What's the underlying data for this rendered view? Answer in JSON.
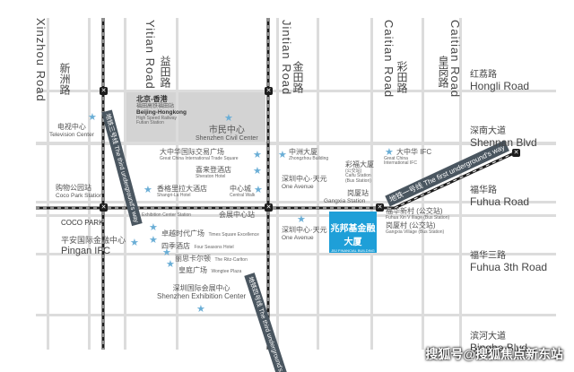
{
  "colors": {
    "road": "#dcdcdc",
    "highlight_block": "#d3d3d3",
    "building": "#1e9fd8",
    "star": "#6aaed6",
    "metro": "#1c1c1c"
  },
  "roads": {
    "xinzhou": {
      "cn": "新洲路",
      "en": "Xinzhou Road"
    },
    "yitian": {
      "cn": "益田路",
      "en": "Yitian Road"
    },
    "jintian": {
      "cn": "金田路",
      "en": "Jintian Road"
    },
    "caitian": {
      "cn": "彩田路",
      "en": "Caitian Road"
    },
    "huanggang": {
      "cn": "皇岗路",
      "en": "Caitian Road"
    },
    "hongli": {
      "cn": "红荔路",
      "en": "Hongli Road"
    },
    "shennan": {
      "cn": "深南大道",
      "en": "Shennan  Blvd"
    },
    "fuhua": {
      "cn": "福华路",
      "en": "Fuhua Road"
    },
    "fuhua3": {
      "cn": "福华三路",
      "en": "Fuhua 3th Road"
    },
    "binghe": {
      "cn": "滨河大道",
      "en": "Binghe  Blvd"
    }
  },
  "places": {
    "tv_cn": "电视中心",
    "tv_en": "Television Center",
    "bj_cn": "北京-香港",
    "bj_cn2": "福田高铁福田站",
    "bj_en": "Beijing-Hongkong",
    "bj_en2": "High Speed Railway",
    "bj_en3": "Futian Station",
    "civic_cn": "市民中心",
    "civic_en": "Shenzhen Civil Center",
    "cicc_cn": "大中华国际交易广场",
    "cicc_en": "Great China International Trade Square",
    "sheraton_cn": "喜来登酒店",
    "sheraton_en": "Sheraton Hotel",
    "shangri_cn": "香格里拉大酒店",
    "shangri_en": "Shangri-La Hotel",
    "central_cn": "中心城",
    "central_en": "Central Walk",
    "cocopark_cn": "购物公园站",
    "cocopark_en": "Coco Park Station",
    "coco": "COCO PARK",
    "exh_station": "Exhibition Center Station",
    "exh_station_cn": "会展中心站",
    "zhuoyue_cn": "卓越时代广场",
    "zhuoyue_en": "Times Square Excellence",
    "fourseasons_cn": "四季酒店",
    "fourseasons_en": "Four Seasons Hotel",
    "ritz_cn": "丽思卡尔顿",
    "ritz_en": "The Ritz-Carlton",
    "huangting_cn": "皇庭广场",
    "huangting_en": "Wongtee Plaza",
    "pingan_cn": "平安国际金融中心",
    "pingan_en": "Pingan  IFC",
    "sec_cn": "深圳国际会展中心",
    "sec_en": "Shenzhen Exhibition Center",
    "zhongzhou_cn": "中洲大厦",
    "zhongzhou_en": "Zhongzhou Building",
    "oneave_cn": "深圳中心·天元",
    "oneave_en": "One Avenue",
    "oneave2_cn": "深圳中心·天元",
    "oneave2_en": "One Avenue",
    "caifu_cn": "彩福大厦",
    "caifu_cn2": "(公交站)",
    "caifu_en": "Caifu Station",
    "caifu_en2": "(Bus Station)",
    "gangxia_cn": "岗厦站",
    "gangxia_en": "Gangxia Station",
    "dzh_cn": "大中华 IFC",
    "dzh_en": "Great China",
    "dzh_en2": "International IFC",
    "fhxc_cn": "福华新村 (公交站)",
    "fhxc_en": "Fuhua Xin V Illage (Bus Station)",
    "gxc_cn": "岗厦村 (公交站)",
    "gxc_en": "Gangxia Village (Bus Station)",
    "building_cn": "兆邦基金融大厦",
    "building_en": "JBJ FINANCIAL BUILDING"
  },
  "metro": {
    "line1_cn": "地铁一号线",
    "line1_en": "The first underground's way",
    "line3_cn": "地铁三号线",
    "line3_en": "The third underground's way",
    "line4_cn": "地铁四号线",
    "line4_en": "The third underground's way"
  },
  "watermark": "搜狐号@搜狐焦点新东站"
}
